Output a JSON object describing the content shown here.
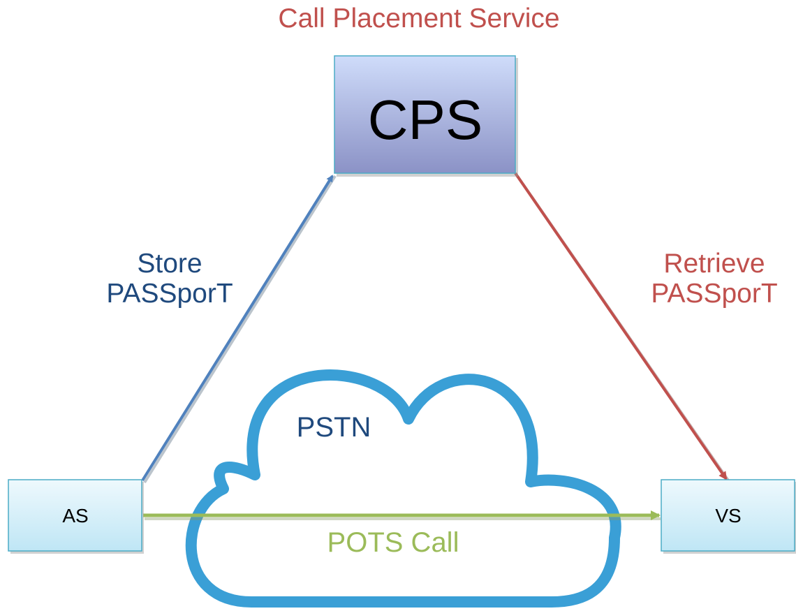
{
  "title": "Call Placement Service",
  "cps": {
    "label": "CPS"
  },
  "store": {
    "line1": "Store",
    "line2": "PASSporT"
  },
  "retrieve": {
    "line1": "Retrieve",
    "line2": "PASSporT"
  },
  "pstn": {
    "label": "PSTN"
  },
  "pots": {
    "label": "POTS Call"
  },
  "as": {
    "label": "AS"
  },
  "vs": {
    "label": "VS"
  },
  "colors": {
    "title": "#c0504d",
    "store": "#1f497d",
    "store_arrow": "#4f81bd",
    "retrieve": "#c0504d",
    "pstn_text": "#1f497d",
    "cloud": "#3a9fd6",
    "pots": "#9bbb59",
    "node_border": "#4bacc6",
    "cps_top": "#ccd9f8",
    "cps_bottom": "#8e95c9"
  }
}
